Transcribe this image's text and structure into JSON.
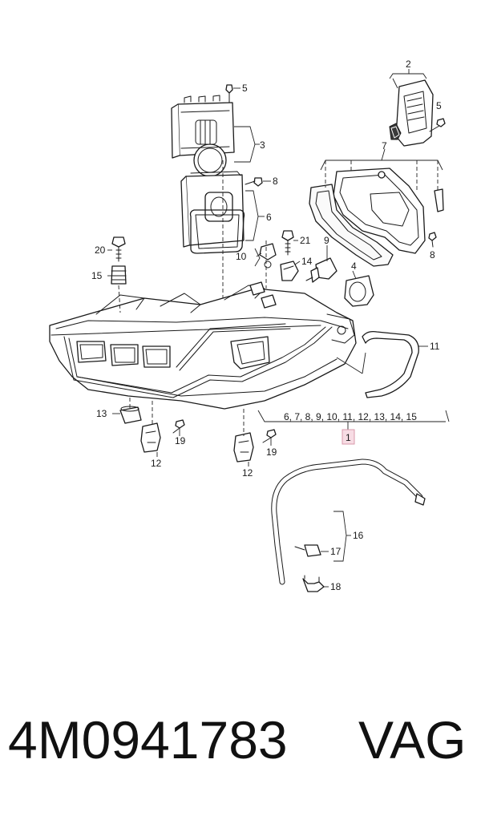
{
  "diagram": {
    "callouts": {
      "c2": "2",
      "c3": "3",
      "c4": "4",
      "c5a": "5",
      "c5b": "5",
      "c6": "6",
      "c7": "7",
      "c8a": "8",
      "c8b": "8",
      "c9": "9",
      "c10": "10",
      "c11": "11",
      "c12a": "12",
      "c12b": "12",
      "c13": "13",
      "c14": "14",
      "c15": "15",
      "c16": "16",
      "c17": "17",
      "c18": "18",
      "c19a": "19",
      "c19b": "19",
      "c20": "20",
      "c21": "21",
      "sub_list": "6, 7, 8, 9, 10, 11, 12, 13, 14, 15",
      "highlighted": "1"
    }
  },
  "footer": {
    "part_number": "4M0941783",
    "brand": "VAG"
  },
  "colors": {
    "highlight_fill": "#f7dce4",
    "highlight_stroke": "#d89aab",
    "line": "#1a1a1a"
  }
}
